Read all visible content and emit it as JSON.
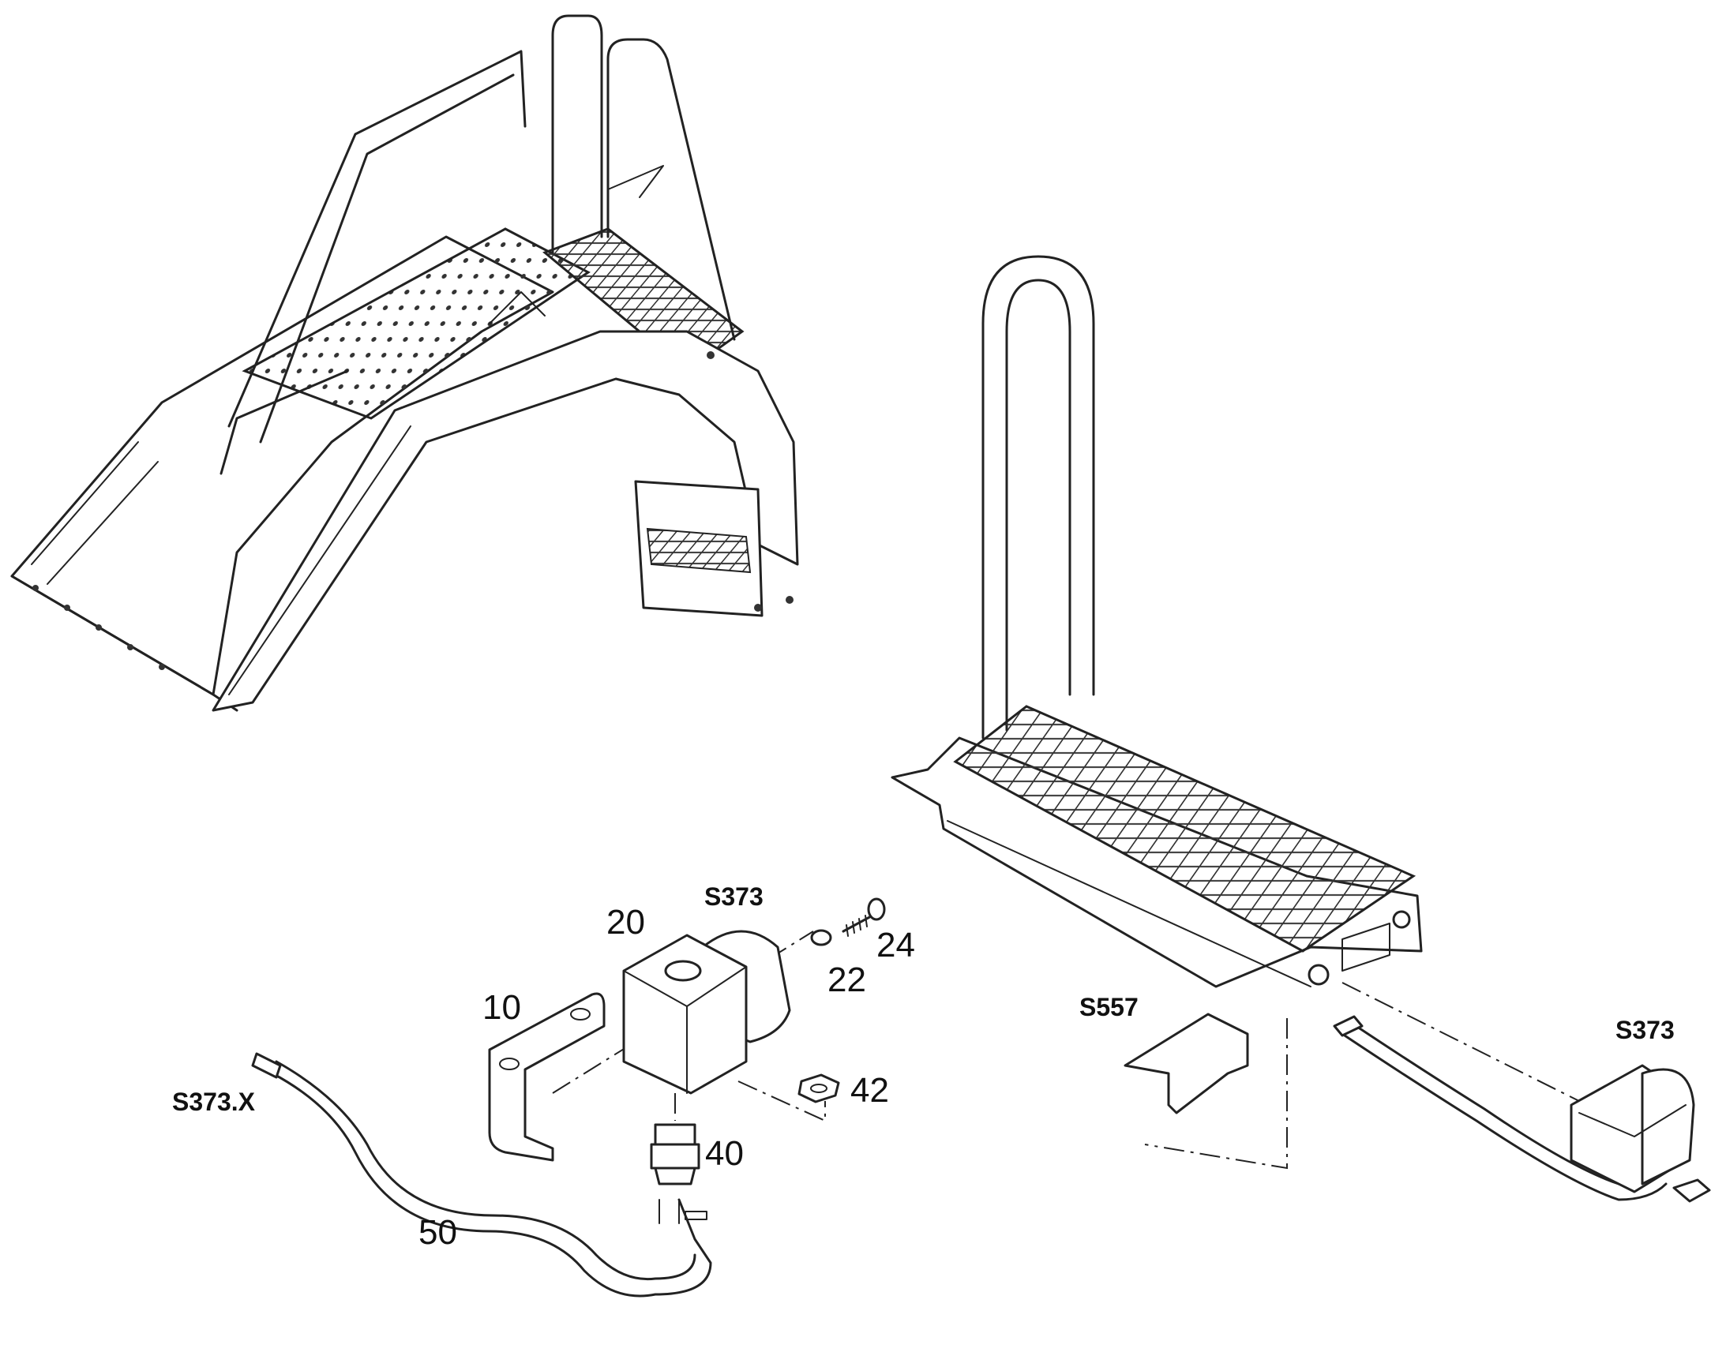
{
  "labels": {
    "ref_s373_a": "S373",
    "ref_s373_b": "S373",
    "ref_s373x": "S373.X",
    "ref_s557": "S557",
    "part_10": "10",
    "part_20": "20",
    "part_22": "22",
    "part_24": "24",
    "part_40": "40",
    "part_42": "42",
    "part_50": "50"
  }
}
